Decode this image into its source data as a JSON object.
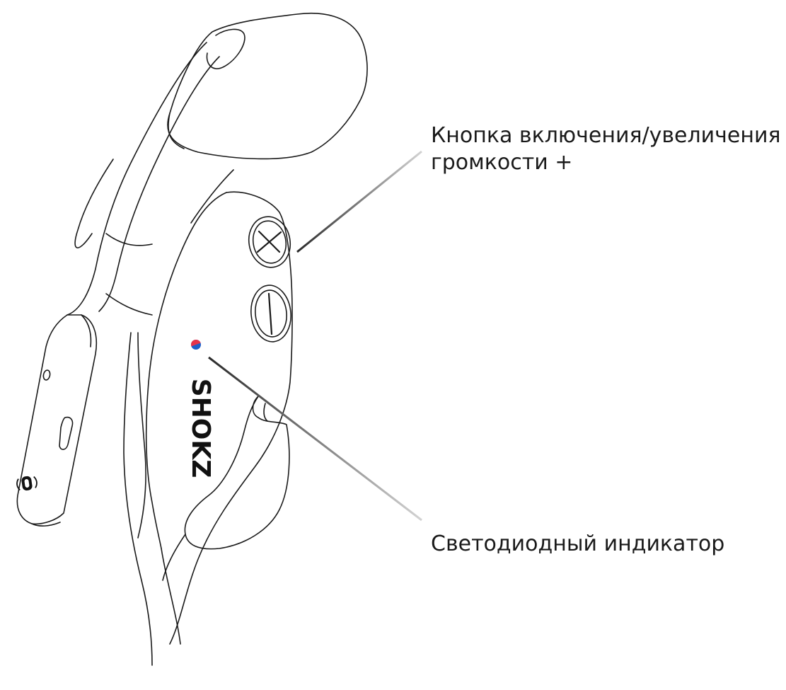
{
  "callouts": {
    "power_button": {
      "line1": "Кнопка включения/увеличения",
      "line2": "громкости +"
    },
    "led_indicator": {
      "label": "Светодиодный индикатор"
    }
  },
  "device": {
    "brand_logo_text": "SHOKZ",
    "button_plus_icon": "plus-icon",
    "button_minus_icon": "minus-icon",
    "led_colors": [
      "#e8334a",
      "#1f5fc9"
    ]
  },
  "colors": {
    "outline": "#1a1a1a",
    "leader_dark": "#2a2a2a",
    "leader_fade": "#cfcfcf"
  }
}
